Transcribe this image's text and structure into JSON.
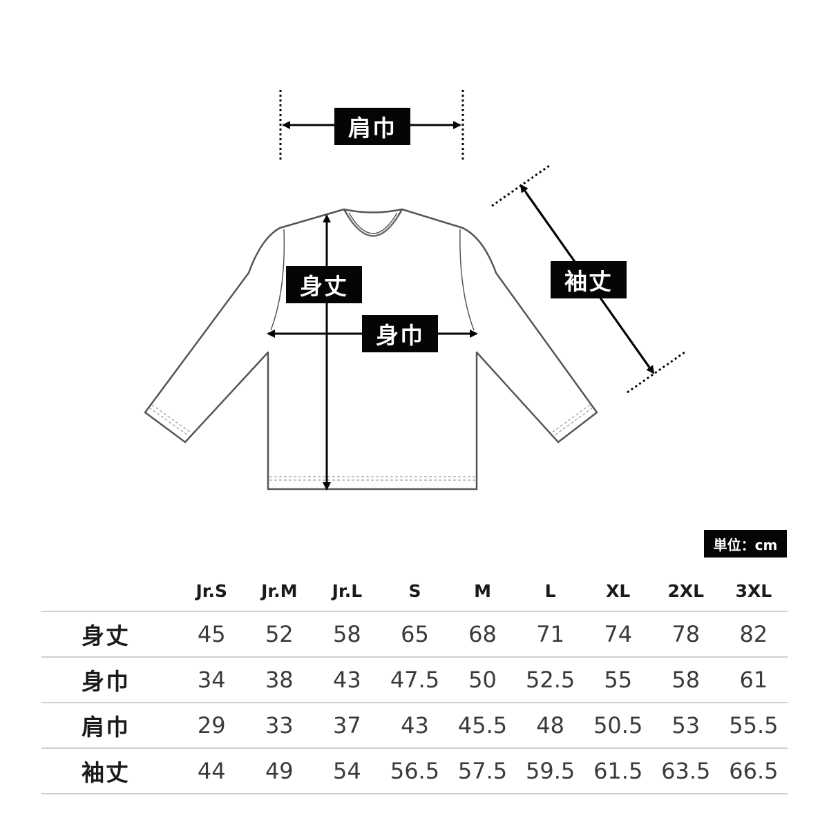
{
  "labels": {
    "shoulder_width": "肩巾",
    "body_length": "身丈",
    "body_width": "身巾",
    "sleeve_length": "袖丈"
  },
  "unit": "単位：cm",
  "table": {
    "columns": [
      "Jr.S",
      "Jr.M",
      "Jr.L",
      "S",
      "M",
      "L",
      "XL",
      "2XL",
      "3XL"
    ],
    "rows": [
      {
        "label": "身丈",
        "values": [
          "45",
          "52",
          "58",
          "65",
          "68",
          "71",
          "74",
          "78",
          "82"
        ]
      },
      {
        "label": "身巾",
        "values": [
          "34",
          "38",
          "43",
          "47.5",
          "50",
          "52.5",
          "55",
          "58",
          "61"
        ]
      },
      {
        "label": "肩巾",
        "values": [
          "29",
          "33",
          "37",
          "43",
          "45.5",
          "48",
          "50.5",
          "53",
          "55.5"
        ]
      },
      {
        "label": "袖丈",
        "values": [
          "44",
          "49",
          "54",
          "56.5",
          "57.5",
          "59.5",
          "61.5",
          "63.5",
          "66.5"
        ]
      }
    ]
  },
  "colors": {
    "outline": "#555555",
    "label_bg": "#050505",
    "rule": "#cfcfcf"
  }
}
